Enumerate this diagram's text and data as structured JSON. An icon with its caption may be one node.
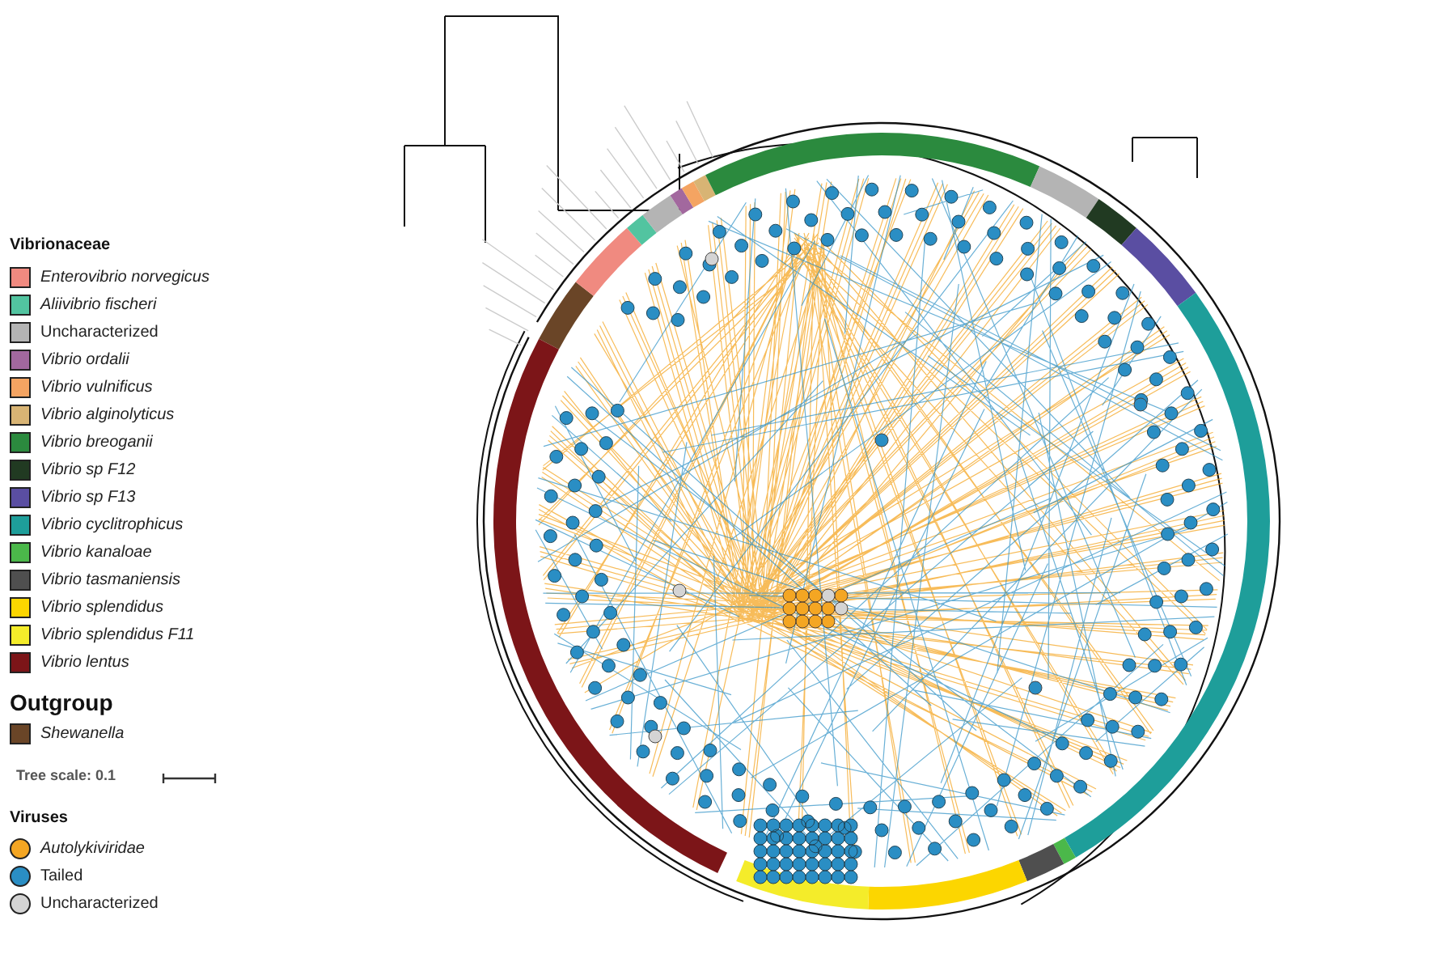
{
  "diagram": {
    "labels": [
      "Vibrionaceae",
      "Outgroup",
      "Tree scale: 0.1",
      "Viruses"
    ],
    "legend": [
      {
        "text": "Enterovibrio norvegicus",
        "color": "#f08a80"
      },
      {
        "text": "Aliivibrio fischeri",
        "color": "#52c4a0"
      },
      {
        "text": "Uncharacterized",
        "color": "#b4b4b4"
      },
      {
        "text": "Vibrio ordalii",
        "color": "#a2689e"
      },
      {
        "text": "Vibrio vulnificus",
        "color": "#f4a462"
      },
      {
        "text": "Vibrio alginolyticus",
        "color": "#d8b474"
      },
      {
        "text": "Vibrio breoganii",
        "color": "#2b8a3e"
      },
      {
        "text": "Vibrio sp F12",
        "color": "#213a22"
      },
      {
        "text": "Vibrio sp F13",
        "color": "#5a4ea2"
      },
      {
        "text": "Vibrio cyclitrophicus",
        "color": "#1e9e9a"
      },
      {
        "text": "Vibrio kanaloae",
        "color": "#4bb84a"
      },
      {
        "text": "Vibrio tasmaniensis",
        "color": "#4f4f4f"
      },
      {
        "text": "Vibrio splendidus",
        "color": "#fcd600"
      },
      {
        "text": "Vibrio splendidus F11",
        "color": "#f4ec2a"
      },
      {
        "text": "Vibrio lentus",
        "color": "#7c1518"
      },
      {
        "text": "Shewanella",
        "color": "#6a4527"
      },
      {
        "text": "Autolykiviridae",
        "color": "#f4a623"
      },
      {
        "text": "Tailed",
        "color": "#2a8ec4"
      },
      {
        "text": "Uncharacterized",
        "color": "#d4d4d4"
      }
    ]
  }
}
